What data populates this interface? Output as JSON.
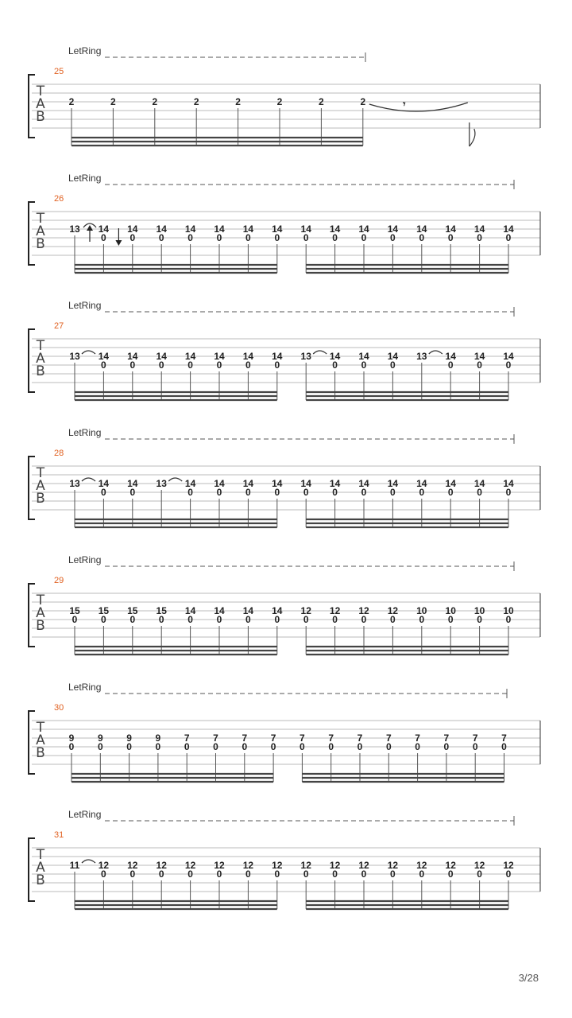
{
  "document": {
    "page_indicator": "3/28",
    "clef_letters": [
      "T",
      "A",
      "B"
    ],
    "measures": [
      {
        "number": "25",
        "let_ring": "LetRing",
        "groups": [
          [
            {
              "hi": "2",
              "lo": ""
            },
            {
              "hi": "2",
              "lo": ""
            },
            {
              "hi": "2",
              "lo": ""
            },
            {
              "hi": "2",
              "lo": ""
            },
            {
              "hi": "2",
              "lo": ""
            },
            {
              "hi": "2",
              "lo": ""
            },
            {
              "hi": "2",
              "lo": ""
            },
            {
              "hi": "2",
              "lo": ""
            }
          ]
        ],
        "rest": "eighth-rest",
        "slur_after": true
      },
      {
        "number": "26",
        "let_ring": "LetRing",
        "groups": [
          [
            {
              "hi": "13",
              "lo": "",
              "bend": "up"
            },
            {
              "hi": "14",
              "lo": "0",
              "bend": "down"
            },
            {
              "hi": "14",
              "lo": "0"
            },
            {
              "hi": "14",
              "lo": "0"
            },
            {
              "hi": "14",
              "lo": "0"
            },
            {
              "hi": "14",
              "lo": "0"
            },
            {
              "hi": "14",
              "lo": "0"
            },
            {
              "hi": "14",
              "lo": "0"
            }
          ],
          [
            {
              "hi": "14",
              "lo": "0"
            },
            {
              "hi": "14",
              "lo": "0"
            },
            {
              "hi": "14",
              "lo": "0"
            },
            {
              "hi": "14",
              "lo": "0"
            },
            {
              "hi": "14",
              "lo": "0"
            },
            {
              "hi": "14",
              "lo": "0"
            },
            {
              "hi": "14",
              "lo": "0"
            },
            {
              "hi": "14",
              "lo": "0"
            }
          ]
        ]
      },
      {
        "number": "27",
        "let_ring": "LetRing",
        "groups": [
          [
            {
              "hi": "13",
              "lo": "",
              "tie": true
            },
            {
              "hi": "14",
              "lo": "0"
            },
            {
              "hi": "14",
              "lo": "0"
            },
            {
              "hi": "14",
              "lo": "0"
            },
            {
              "hi": "14",
              "lo": "0"
            },
            {
              "hi": "14",
              "lo": "0"
            },
            {
              "hi": "14",
              "lo": "0"
            },
            {
              "hi": "14",
              "lo": "0"
            }
          ],
          [
            {
              "hi": "13",
              "lo": "",
              "tie": true
            },
            {
              "hi": "14",
              "lo": "0"
            },
            {
              "hi": "14",
              "lo": "0"
            },
            {
              "hi": "14",
              "lo": "0"
            },
            {
              "hi": "13",
              "lo": "",
              "tie": true
            },
            {
              "hi": "14",
              "lo": "0"
            },
            {
              "hi": "14",
              "lo": "0"
            },
            {
              "hi": "14",
              "lo": "0"
            }
          ]
        ]
      },
      {
        "number": "28",
        "let_ring": "LetRing",
        "groups": [
          [
            {
              "hi": "13",
              "lo": "",
              "tie": true
            },
            {
              "hi": "14",
              "lo": "0"
            },
            {
              "hi": "14",
              "lo": "0"
            },
            {
              "hi": "13",
              "lo": "",
              "tie": true
            },
            {
              "hi": "14",
              "lo": "0"
            },
            {
              "hi": "14",
              "lo": "0"
            },
            {
              "hi": "14",
              "lo": "0"
            },
            {
              "hi": "14",
              "lo": "0"
            }
          ],
          [
            {
              "hi": "14",
              "lo": "0"
            },
            {
              "hi": "14",
              "lo": "0"
            },
            {
              "hi": "14",
              "lo": "0"
            },
            {
              "hi": "14",
              "lo": "0"
            },
            {
              "hi": "14",
              "lo": "0"
            },
            {
              "hi": "14",
              "lo": "0"
            },
            {
              "hi": "14",
              "lo": "0"
            },
            {
              "hi": "14",
              "lo": "0"
            }
          ]
        ]
      },
      {
        "number": "29",
        "let_ring": "LetRing",
        "groups": [
          [
            {
              "hi": "15",
              "lo": "0"
            },
            {
              "hi": "15",
              "lo": "0"
            },
            {
              "hi": "15",
              "lo": "0"
            },
            {
              "hi": "15",
              "lo": "0"
            },
            {
              "hi": "14",
              "lo": "0"
            },
            {
              "hi": "14",
              "lo": "0"
            },
            {
              "hi": "14",
              "lo": "0"
            },
            {
              "hi": "14",
              "lo": "0"
            }
          ],
          [
            {
              "hi": "12",
              "lo": "0"
            },
            {
              "hi": "12",
              "lo": "0"
            },
            {
              "hi": "12",
              "lo": "0"
            },
            {
              "hi": "12",
              "lo": "0"
            },
            {
              "hi": "10",
              "lo": "0"
            },
            {
              "hi": "10",
              "lo": "0"
            },
            {
              "hi": "10",
              "lo": "0"
            },
            {
              "hi": "10",
              "lo": "0"
            }
          ]
        ]
      },
      {
        "number": "30",
        "let_ring": "LetRing",
        "groups": [
          [
            {
              "hi": "9",
              "lo": "0"
            },
            {
              "hi": "9",
              "lo": "0"
            },
            {
              "hi": "9",
              "lo": "0"
            },
            {
              "hi": "9",
              "lo": "0"
            },
            {
              "hi": "7",
              "lo": "0"
            },
            {
              "hi": "7",
              "lo": "0"
            },
            {
              "hi": "7",
              "lo": "0"
            },
            {
              "hi": "7",
              "lo": "0"
            }
          ],
          [
            {
              "hi": "7",
              "lo": "0"
            },
            {
              "hi": "7",
              "lo": "0"
            },
            {
              "hi": "7",
              "lo": "0"
            },
            {
              "hi": "7",
              "lo": "0"
            },
            {
              "hi": "7",
              "lo": "0"
            },
            {
              "hi": "7",
              "lo": "0"
            },
            {
              "hi": "7",
              "lo": "0"
            },
            {
              "hi": "7",
              "lo": "0"
            }
          ]
        ]
      },
      {
        "number": "31",
        "let_ring": "LetRing",
        "groups": [
          [
            {
              "hi": "11",
              "lo": "",
              "tie": true
            },
            {
              "hi": "12",
              "lo": "0"
            },
            {
              "hi": "12",
              "lo": "0"
            },
            {
              "hi": "12",
              "lo": "0"
            },
            {
              "hi": "12",
              "lo": "0"
            },
            {
              "hi": "12",
              "lo": "0"
            },
            {
              "hi": "12",
              "lo": "0"
            },
            {
              "hi": "12",
              "lo": "0"
            }
          ],
          [
            {
              "hi": "12",
              "lo": "0"
            },
            {
              "hi": "12",
              "lo": "0"
            },
            {
              "hi": "12",
              "lo": "0"
            },
            {
              "hi": "12",
              "lo": "0"
            },
            {
              "hi": "12",
              "lo": "0"
            },
            {
              "hi": "12",
              "lo": "0"
            },
            {
              "hi": "12",
              "lo": "0"
            },
            {
              "hi": "12",
              "lo": "0"
            }
          ]
        ]
      }
    ]
  }
}
